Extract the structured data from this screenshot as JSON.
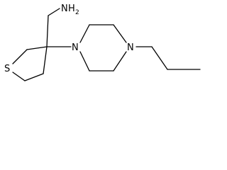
{
  "molecule": {
    "atoms": {
      "sulfur": "S",
      "amine_n": "N",
      "amine_h": "H",
      "amine_h_count": "2",
      "piperazine_n1": "N",
      "piperazine_n4": "N"
    },
    "colors": {
      "bond": "#000000",
      "label": "#000000",
      "background": "#ffffff"
    }
  }
}
